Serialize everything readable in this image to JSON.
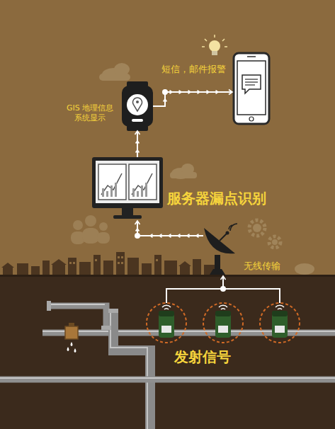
{
  "diagram": {
    "nodes": [
      {
        "text": [
          "短信，邮件报警"
        ]
      },
      {
        "text": [
          "GIS 地理信息 系统显示"
        ]
      },
      {
        "text": [
          "服务器漏点识别"
        ]
      },
      {
        "text": [
          "无线传输"
        ]
      },
      {
        "text": [
          "发射信号"
        ]
      }
    ],
    "edges": [
      {
        "from": 4,
        "to": 3,
        "arrow": "to"
      },
      {
        "from": 3,
        "to": 2,
        "arrow": "to"
      },
      {
        "from": 2,
        "to": 1,
        "arrow": "to"
      },
      {
        "from": 1,
        "to": 0,
        "arrow": "to"
      }
    ]
  }
}
